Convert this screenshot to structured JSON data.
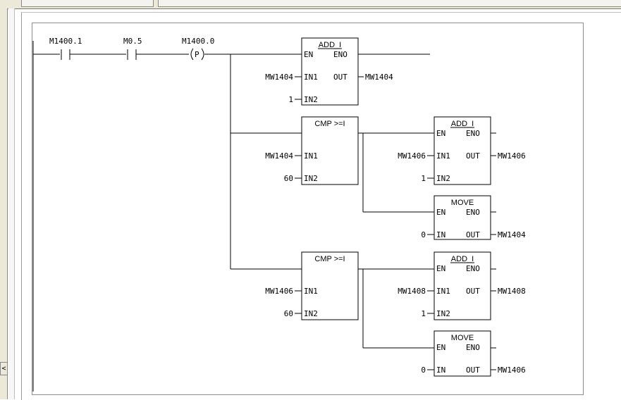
{
  "contacts": [
    {
      "label": "M1400.1"
    },
    {
      "label": "M0.5"
    },
    {
      "label": "M1400.0",
      "coil": "P"
    }
  ],
  "boxes": [
    {
      "title": "ADD_I",
      "en": "EN",
      "eno": "ENO",
      "in1": "IN1",
      "in2": "IN2",
      "out": "OUT",
      "in1_val": "MW1404",
      "in2_val": "1",
      "out_val": "MW1404"
    },
    {
      "title": "CMP >=I",
      "in1": "IN1",
      "in2": "IN2",
      "in1_val": "MW1404",
      "in2_val": "60"
    },
    {
      "title": "ADD_I",
      "en": "EN",
      "eno": "ENO",
      "in1": "IN1",
      "in2": "IN2",
      "out": "OUT",
      "in1_val": "MW1406",
      "in2_val": "1",
      "out_val": "MW1406"
    },
    {
      "title": "MOVE",
      "en": "EN",
      "eno": "ENO",
      "in1": "IN",
      "out": "OUT",
      "in1_val": "0",
      "out_val": "MW1404"
    },
    {
      "title": "CMP >=I",
      "in1": "IN1",
      "in2": "IN2",
      "in1_val": "MW1406",
      "in2_val": "60"
    },
    {
      "title": "ADD_I",
      "en": "EN",
      "eno": "ENO",
      "in1": "IN1",
      "in2": "IN2",
      "out": "OUT",
      "in1_val": "MW1408",
      "in2_val": "1",
      "out_val": "MW1408"
    },
    {
      "title": "MOVE",
      "en": "EN",
      "eno": "ENO",
      "in1": "IN",
      "out": "OUT",
      "in1_val": "0",
      "out_val": "MW1406"
    }
  ]
}
